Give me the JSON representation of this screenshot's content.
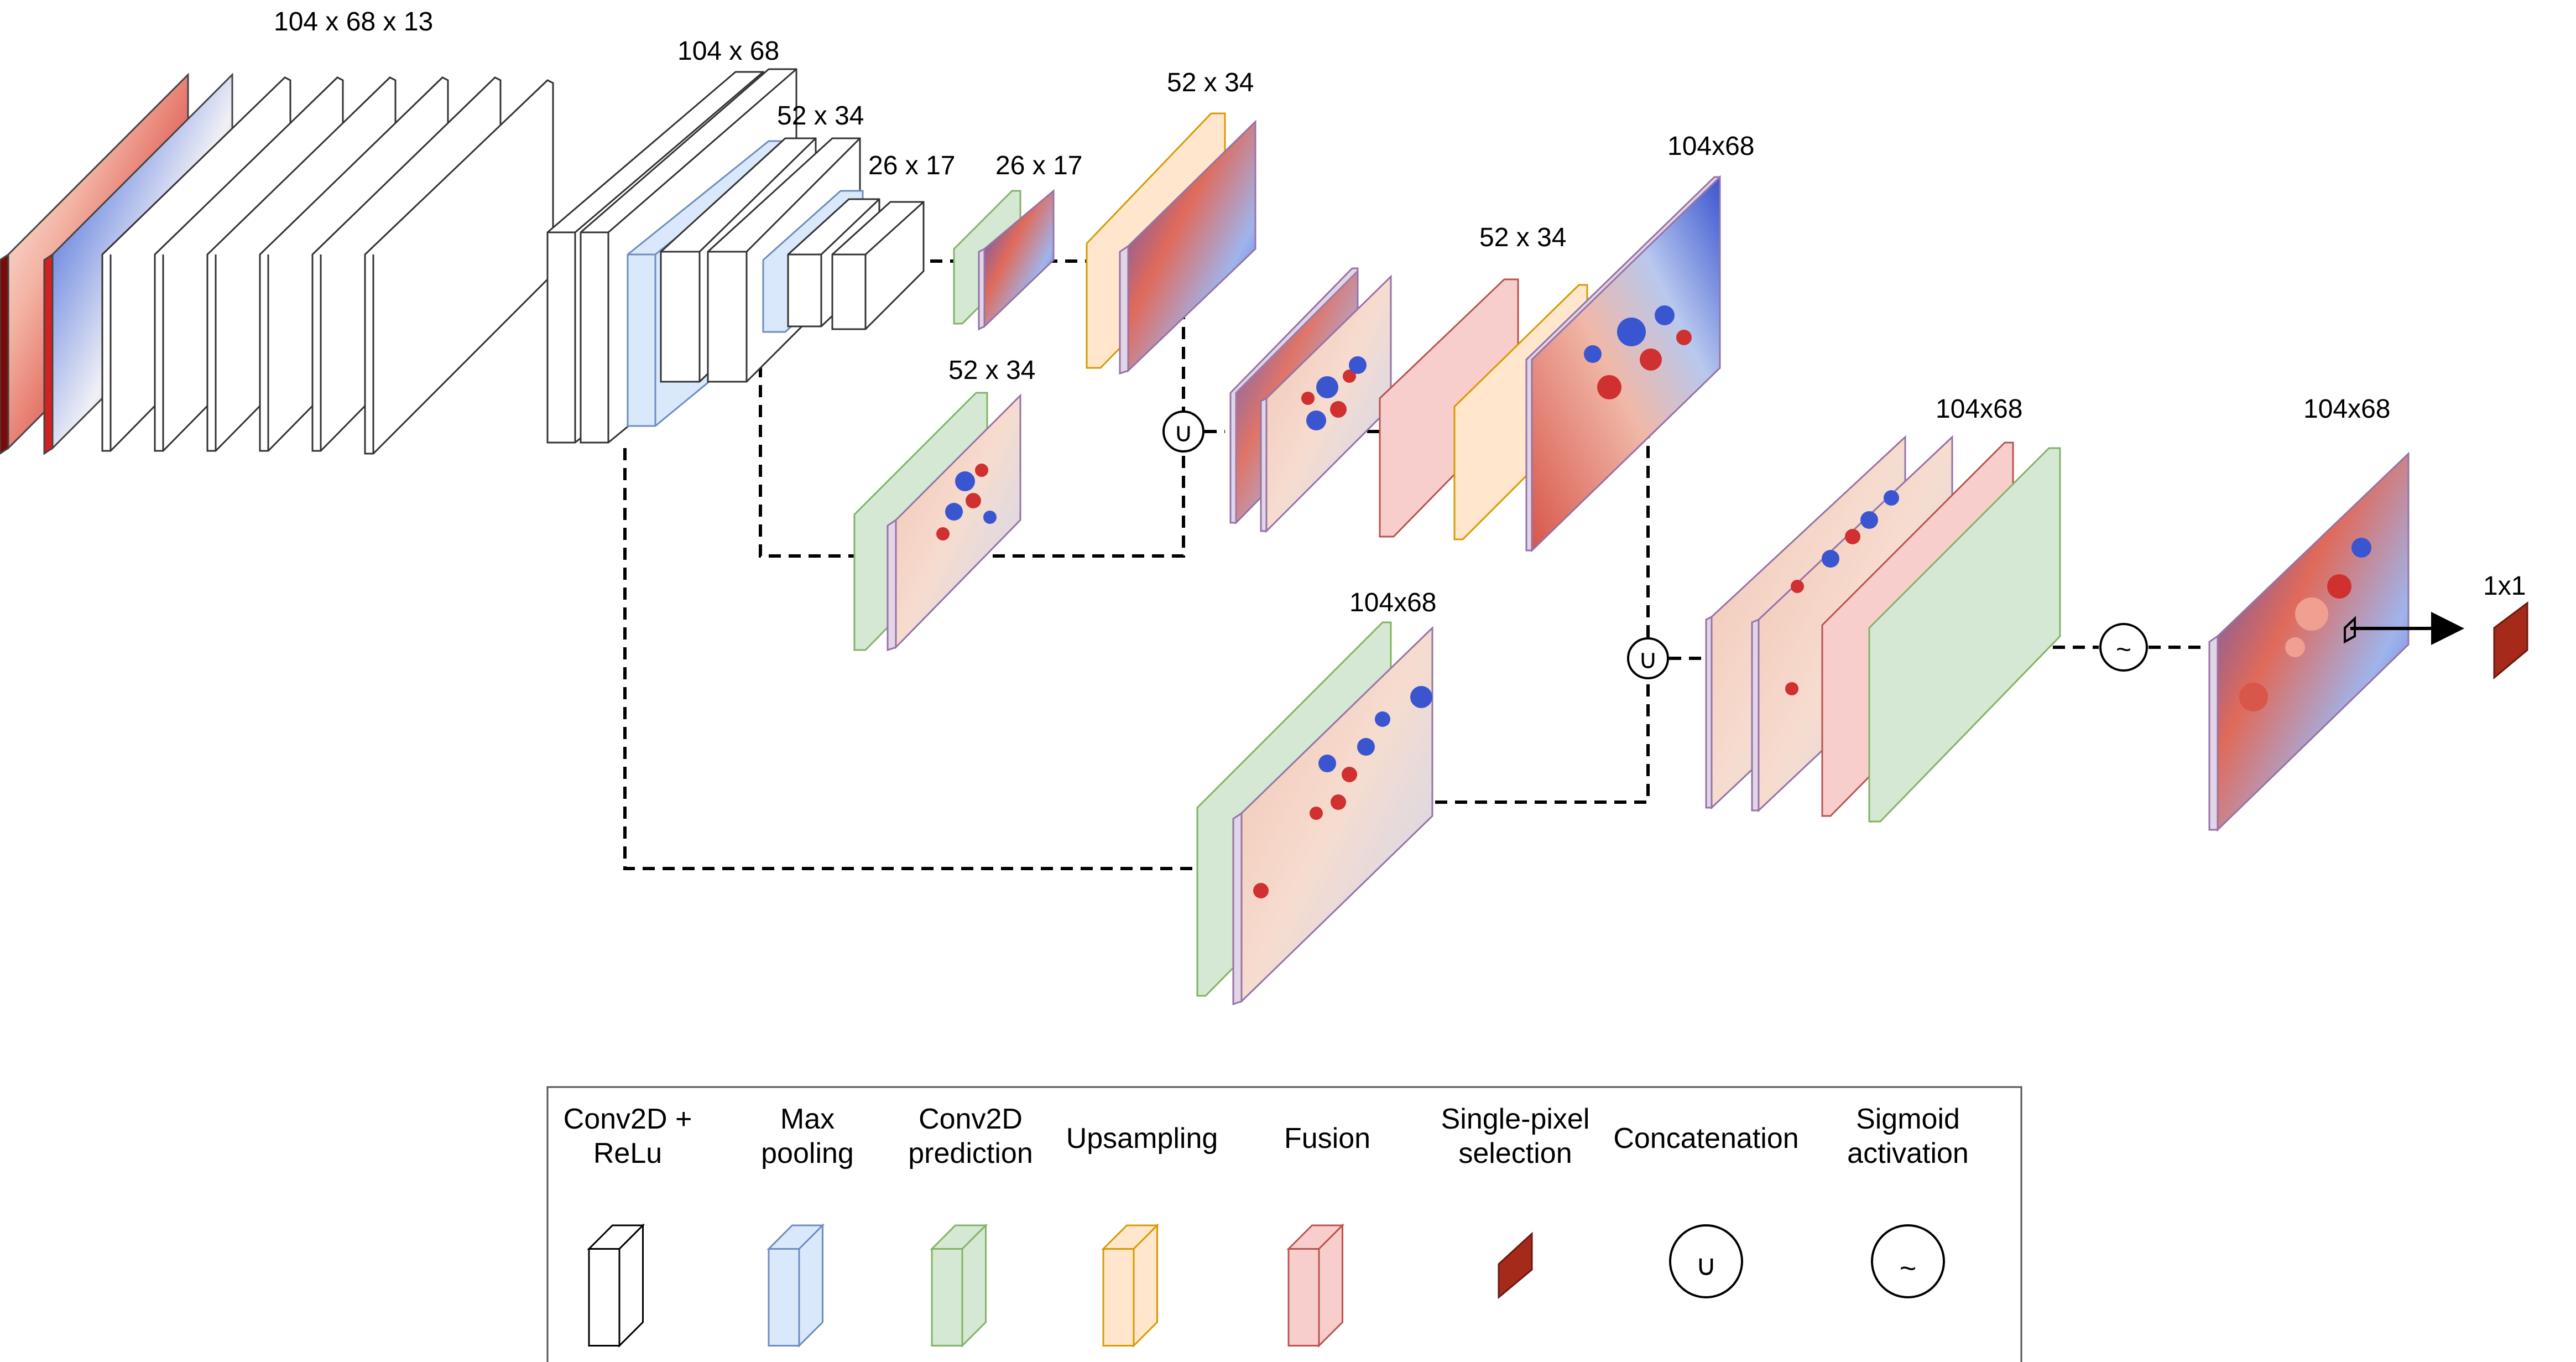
{
  "dimension_labels": {
    "input": "104 x 68 x 13",
    "enc1": "104 x 68",
    "enc2": "52 x 34",
    "enc3": "26 x 17",
    "pred1": "26 x 17",
    "up1": "52 x 34",
    "pred2": "52 x 34",
    "fuse1": "52 x 34",
    "up2": "104x68",
    "pred3": "104x68",
    "fuse2": "104x68",
    "output": "104x68",
    "pixel": "1x1"
  },
  "concat_symbol": "∪",
  "sigmoid_symbol": "~",
  "legend": [
    {
      "id": "conv",
      "lines": [
        "Conv2D +",
        "ReLu"
      ],
      "color": "#ffffff",
      "stroke": "#000000"
    },
    {
      "id": "pool",
      "lines": [
        "Max",
        "pooling"
      ],
      "color": "#dae8fc",
      "stroke": "#6c8ebf"
    },
    {
      "id": "pred",
      "lines": [
        "Conv2D",
        "prediction"
      ],
      "color": "#d5e8d4",
      "stroke": "#82b366"
    },
    {
      "id": "up",
      "lines": [
        "Upsampling"
      ],
      "color": "#ffe6cc",
      "stroke": "#d79b00"
    },
    {
      "id": "fusion",
      "lines": [
        "Fusion"
      ],
      "color": "#f8cecc",
      "stroke": "#b85450"
    },
    {
      "id": "pixel",
      "lines": [
        "Single-pixel",
        "selection"
      ],
      "color": "#a52a1a",
      "stroke": "#6b1a10"
    },
    {
      "id": "concat",
      "lines": [
        "Concatenation"
      ],
      "color": "#ffffff",
      "stroke": "#000000"
    },
    {
      "id": "sigmoid",
      "lines": [
        "Sigmoid",
        "activation"
      ],
      "color": "#ffffff",
      "stroke": "#000000"
    }
  ]
}
